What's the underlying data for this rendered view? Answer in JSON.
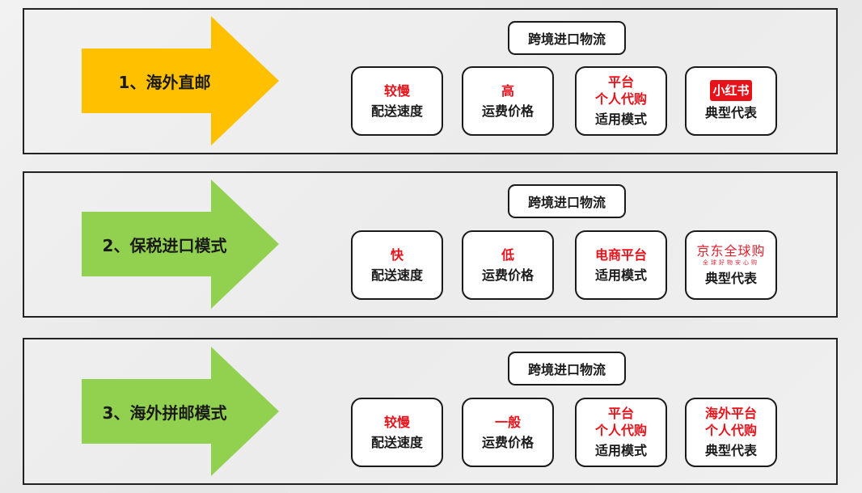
{
  "colors": {
    "arrow1": "#ffc000",
    "arrow2": "#92d050",
    "arrow3": "#92d050",
    "value_text": "#e8121b"
  },
  "rows": [
    {
      "title": "1、海外直邮",
      "header": "跨境进口物流",
      "cards": [
        {
          "value": "较慢",
          "label": "配送速度"
        },
        {
          "value": "高",
          "label": "运费价格"
        },
        {
          "value": "平台\n个人代购",
          "label": "适用模式"
        },
        {
          "logo": "xiaohongshu-logo",
          "logo_text": "小红书",
          "label": "典型代表"
        }
      ]
    },
    {
      "title": "2、保税进口模式",
      "header": "跨境进口物流",
      "cards": [
        {
          "value": "快",
          "label": "配送速度"
        },
        {
          "value": "低",
          "label": "运费价格"
        },
        {
          "value": "电商平台",
          "label": "适用模式"
        },
        {
          "logo": "jd-worldwide-logo",
          "logo_text": "京东全球购",
          "logo_subtext": "全球好物安心购",
          "label": "典型代表"
        }
      ]
    },
    {
      "title": "3、海外拼邮模式",
      "header": "跨境进口物流",
      "cards": [
        {
          "value": "较慢",
          "label": "配送速度"
        },
        {
          "value": "一般",
          "label": "运费价格"
        },
        {
          "value": "平台\n个人代购",
          "label": "适用模式"
        },
        {
          "value": "海外平台\n个人代购",
          "label": "典型代表"
        }
      ]
    }
  ]
}
